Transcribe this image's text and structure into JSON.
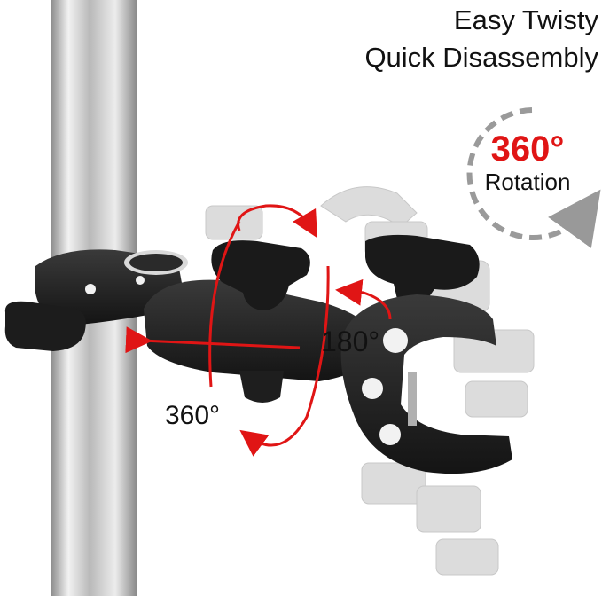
{
  "headline": {
    "line1": "Easy Twisty",
    "line2": "Quick Disassembly"
  },
  "rotation_badge": {
    "value": "360°",
    "label": "Rotation"
  },
  "annotations": {
    "top_arm": "180°",
    "base": "360°"
  },
  "colors": {
    "accent_red": "#e01515",
    "metal_black": "#1f1f1f",
    "ghost_gray": "#d8d8d8",
    "pole_silver": "#c9c9c9"
  },
  "icons": [
    "rotation-arrow-icon",
    "rotate-arrow-icon"
  ]
}
